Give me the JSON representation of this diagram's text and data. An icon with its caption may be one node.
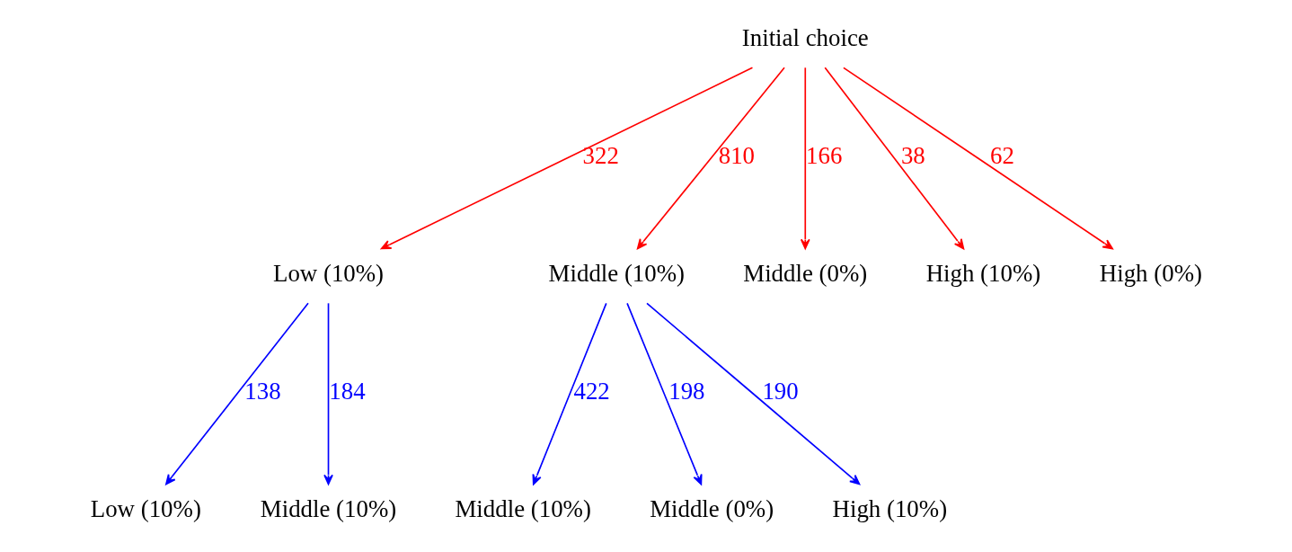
{
  "diagram": {
    "nodes": [
      {
        "text": [
          "Initial choice"
        ]
      },
      {
        "text": [
          "Low (10%)"
        ]
      },
      {
        "text": [
          "Middle (10%)"
        ]
      },
      {
        "text": [
          "Middle (0%)"
        ]
      },
      {
        "text": [
          "High (10%)"
        ]
      },
      {
        "text": [
          "High (0%)"
        ]
      },
      {
        "text": [
          "Low (10%)"
        ]
      },
      {
        "text": [
          "Middle (10%)"
        ]
      },
      {
        "text": [
          "Middle (10%)"
        ]
      },
      {
        "text": [
          "Middle (0%)"
        ]
      },
      {
        "text": [
          "High (10%)"
        ]
      }
    ],
    "edges": [
      {
        "from": 0,
        "to": 1,
        "arrow": "to",
        "label": "322",
        "color": "#ff0000"
      },
      {
        "from": 0,
        "to": 2,
        "arrow": "to",
        "label": "810",
        "color": "#ff0000"
      },
      {
        "from": 0,
        "to": 3,
        "arrow": "to",
        "label": "166",
        "color": "#ff0000"
      },
      {
        "from": 0,
        "to": 4,
        "arrow": "to",
        "label": "38",
        "color": "#ff0000"
      },
      {
        "from": 0,
        "to": 5,
        "arrow": "to",
        "label": "62",
        "color": "#ff0000"
      },
      {
        "from": 1,
        "to": 6,
        "arrow": "to",
        "label": "138",
        "color": "#0000ff"
      },
      {
        "from": 1,
        "to": 7,
        "arrow": "to",
        "label": "184",
        "color": "#0000ff"
      },
      {
        "from": 2,
        "to": 8,
        "arrow": "to",
        "label": "422",
        "color": "#0000ff"
      },
      {
        "from": 2,
        "to": 9,
        "arrow": "to",
        "label": "198",
        "color": "#0000ff"
      },
      {
        "from": 2,
        "to": 10,
        "arrow": "to",
        "label": "190",
        "color": "#0000ff"
      }
    ]
  }
}
